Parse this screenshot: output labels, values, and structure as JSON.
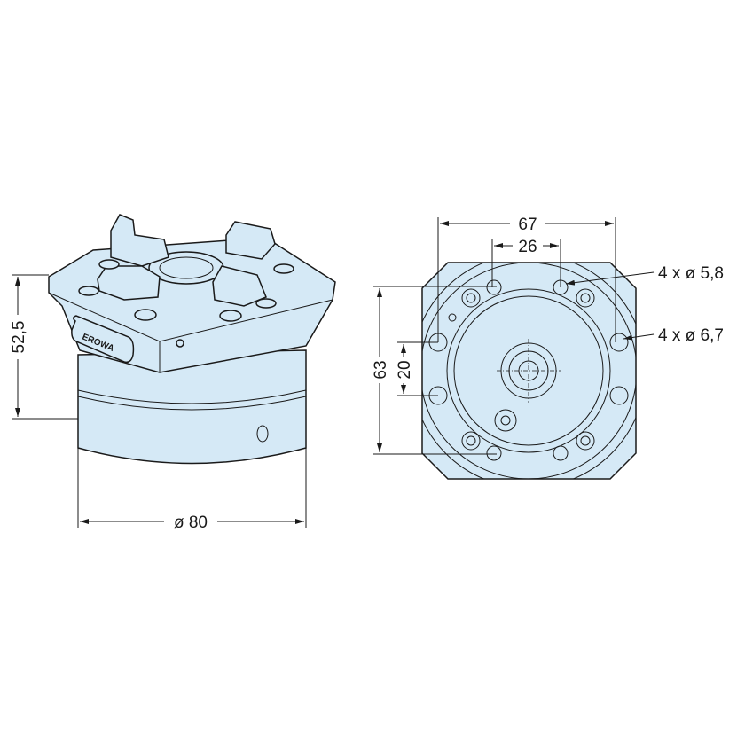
{
  "title": "Chuck technical drawing",
  "colors": {
    "body_fill": "#d5e9f6",
    "line": "#1a1a1a"
  },
  "side_view": {
    "height_dim": "52,5",
    "diameter_dim": "ø 80",
    "logo_text": "EROWA"
  },
  "bottom_view": {
    "width_dim": "67",
    "inner_width_dim": "26",
    "height_dim": "63",
    "inner_height_dim": "20",
    "callout_small_holes": "4 x ø 5,8",
    "callout_large_holes": "4 x ø 6,7"
  }
}
